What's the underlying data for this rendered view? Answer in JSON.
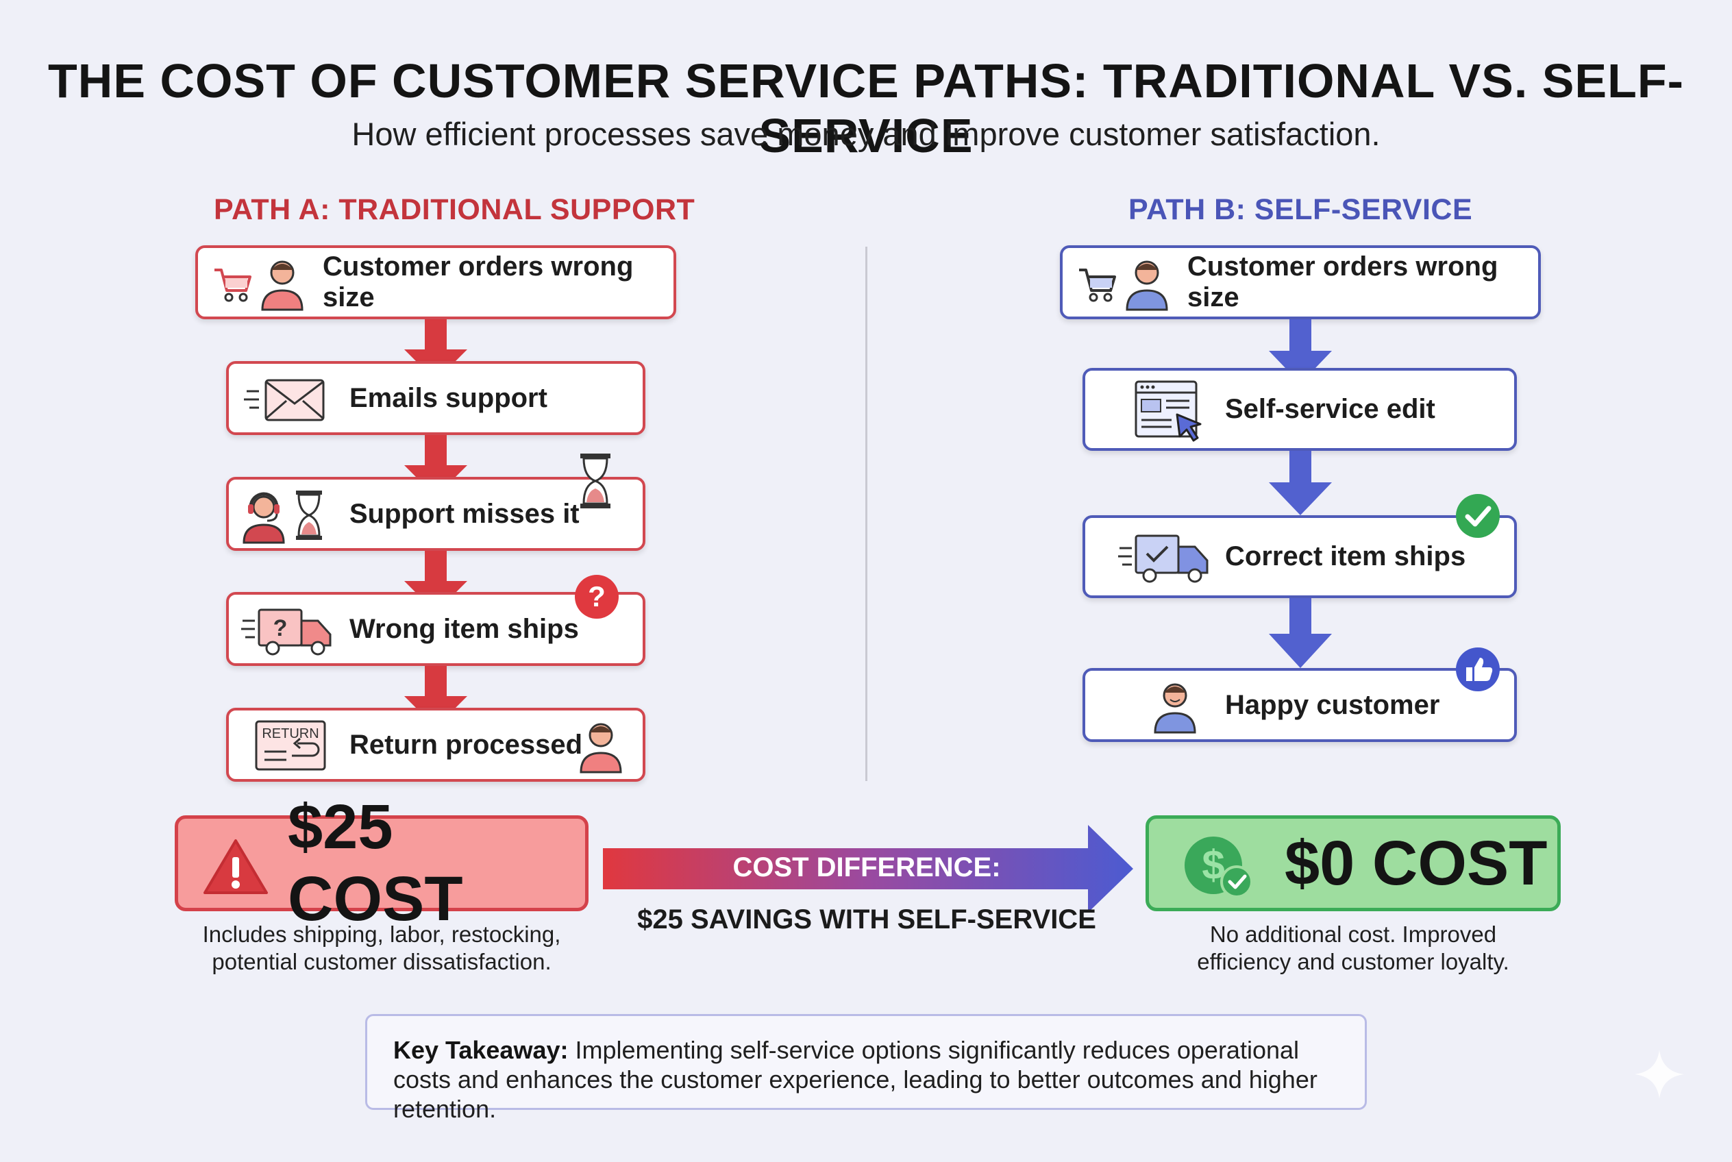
{
  "title": "THE COST OF CUSTOMER SERVICE PATHS: TRADITIONAL VS. SELF-SERVICE",
  "subtitle": "How efficient processes save money and improve customer satisfaction.",
  "path_a": {
    "heading": "PATH A: TRADITIONAL SUPPORT",
    "steps": [
      {
        "label": "Customer orders wrong size",
        "icon": "cart-person-icon"
      },
      {
        "label": "Emails support",
        "icon": "envelope-icon"
      },
      {
        "label": "Support misses it",
        "icon": "headset-agent-hourglass-icon"
      },
      {
        "label": "Wrong item ships",
        "icon": "truck-question-icon"
      },
      {
        "label": "Return processed",
        "icon": "return-label-icon"
      }
    ],
    "return_tag": "RETURN",
    "cost": "$25 COST",
    "cost_note_line1": "Includes shipping, labor, restocking,",
    "cost_note_line2": "potential customer dissatisfaction.",
    "accent": "#d24850"
  },
  "path_b": {
    "heading": "PATH B: SELF-SERVICE",
    "steps": [
      {
        "label": "Customer orders wrong size",
        "icon": "cart-person-icon"
      },
      {
        "label": "Self-service edit",
        "icon": "browser-cursor-icon"
      },
      {
        "label": "Correct item ships",
        "icon": "truck-check-icon"
      },
      {
        "label": "Happy customer",
        "icon": "person-icon"
      }
    ],
    "cost": "$0 COST",
    "cost_note_line1": "No additional cost. Improved",
    "cost_note_line2": "efficiency and customer loyalty.",
    "accent": "#4f5bb8"
  },
  "difference": {
    "label": "COST DIFFERENCE:",
    "savings": "$25 SAVINGS WITH SELF-SERVICE"
  },
  "takeaway": {
    "lead": "Key Takeaway:",
    "body": " Implementing self-service options significantly reduces operational costs and enhances the customer experience, leading to better outcomes and higher retention."
  },
  "colors": {
    "red": "#d24850",
    "blue": "#4f5bb8",
    "green": "#3bab57",
    "background": "#eff0f8"
  }
}
